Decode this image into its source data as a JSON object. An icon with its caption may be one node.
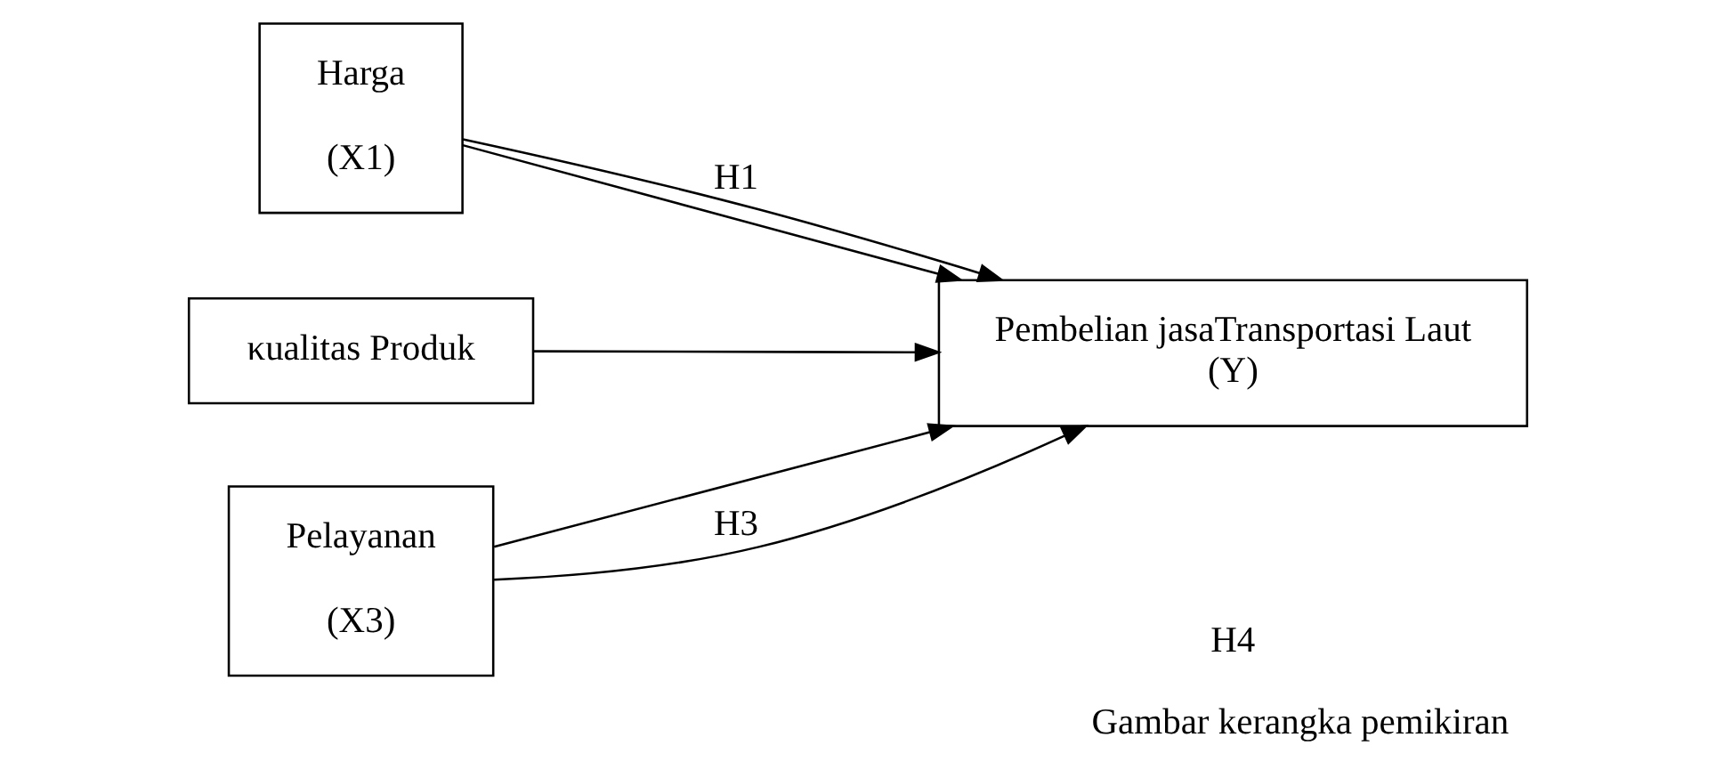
{
  "diagram": {
    "caption": "Gambar kerangka pemikiran",
    "nodes": [
      {
        "text": [
          "Harga",
          "(X1)"
        ]
      },
      {
        "text": [
          "κualitas Produk"
        ]
      },
      {
        "text": [
          "Pelayanan",
          "(X3)"
        ]
      },
      {
        "text": [
          "Pembelian jasaTransportasi Laut",
          "(Y)"
        ]
      }
    ],
    "edges": [
      {
        "from": 0,
        "to": 3,
        "arrow": "to",
        "label": "H1"
      },
      {
        "from": 0,
        "to": 3,
        "arrow": "to"
      },
      {
        "from": 1,
        "to": 3,
        "arrow": "to"
      },
      {
        "from": 2,
        "to": 3,
        "arrow": "to"
      },
      {
        "from": 2,
        "to": 3,
        "arrow": "to",
        "label": "H3"
      }
    ],
    "labels": [
      "H4"
    ]
  }
}
